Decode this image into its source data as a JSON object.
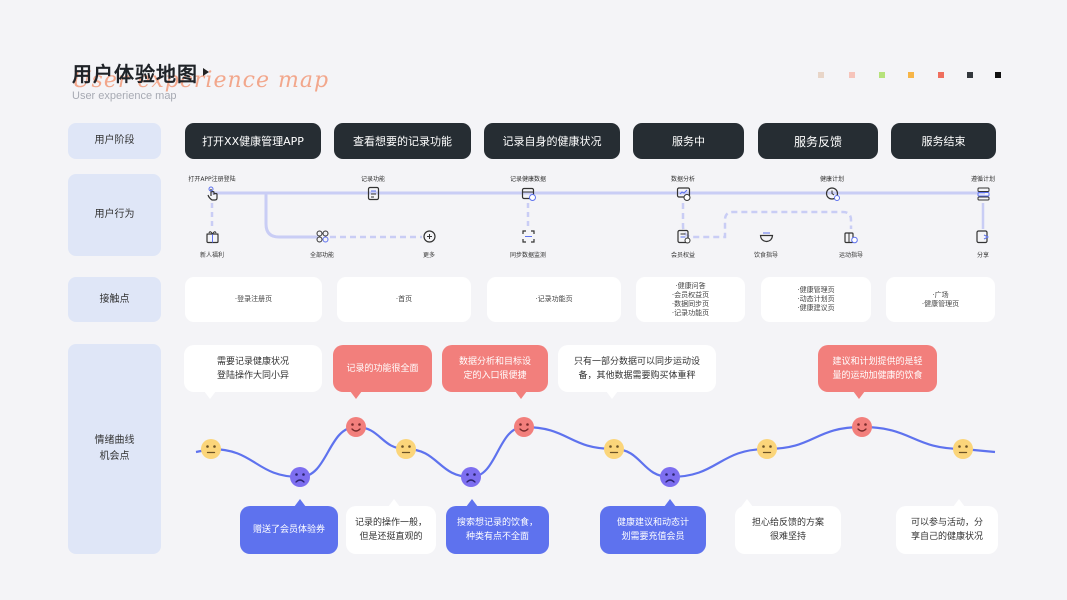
{
  "header": {
    "title": "用户体验地图",
    "title_deco": "User experience map",
    "subtitle": "User experience map"
  },
  "palette": [
    "#e8d5c8",
    "#f6c4bb",
    "#b6e27b",
    "#f7b548",
    "#ef6e5e",
    "#33383d",
    "#111111"
  ],
  "rows": {
    "stage": "用户阶段",
    "behavior": "用户行为",
    "touchpoint": "接触点",
    "emotion": "情绪曲线\n机会点"
  },
  "stages": [
    "打开XX健康管理APP",
    "查看想要的记录功能",
    "记录自身的健康状况",
    "服务中",
    "服务反馈",
    "服务结束"
  ],
  "actions_top": [
    "打开APP注册登陆",
    "记录功能",
    "记录健康数据",
    "数据分析",
    "健康计划",
    "遵循计划"
  ],
  "actions_bottom": [
    "新人福利",
    "全部功能",
    "更多",
    "同步数据监测",
    "会员权益",
    "饮食指导",
    "运动指导",
    "分享"
  ],
  "touchpoints": [
    [
      "·登录注册页"
    ],
    [
      "·首页"
    ],
    [
      "·记录功能页"
    ],
    [
      "·健康问答",
      "·会员权益页",
      "·数据同步页",
      "·记录功能页"
    ],
    [
      "·健康管理页",
      "·动态计划页",
      "·健康建议页"
    ],
    [
      "·广场",
      "·健康管理页"
    ]
  ],
  "bubbles_top": [
    "需要记录健康状况\n登陆操作大同小异",
    "记录的功能很全面",
    "数据分析和目标设\n定的入口很便捷",
    "只有一部分数据可以同步运动设\n备，其他数据需要购买体重秤",
    "建议和计划提供的是轻\n量的运动加健康的饮食"
  ],
  "bubbles_bottom": [
    "赠送了会员体验券",
    "记录的操作一般，\n但是还挺直观的",
    "搜索想记录的饮食，\n种类有点不全面",
    "健康建议和动态计\n划需要充值会员",
    "担心给反馈的方案\n很难坚持",
    "可以参与活动，分\n享自己的健康状况"
  ],
  "emotion_curve": {
    "points": [
      {
        "mood": "neutral",
        "level": 0
      },
      {
        "mood": "sad",
        "level": -1
      },
      {
        "mood": "happy",
        "level": 1
      },
      {
        "mood": "neutral",
        "level": 0
      },
      {
        "mood": "sad",
        "level": -1
      },
      {
        "mood": "happy",
        "level": 1
      },
      {
        "mood": "neutral",
        "level": 0
      },
      {
        "mood": "sad",
        "level": -1
      },
      {
        "mood": "neutral",
        "level": 0
      },
      {
        "mood": "happy",
        "level": 1
      },
      {
        "mood": "neutral",
        "level": 0
      }
    ]
  },
  "colors": {
    "stage_bg": "#262d33",
    "line": "#5e72ee",
    "happy": "#f27f7c",
    "neutral": "#fbd57a",
    "sad": "#7d6ef0",
    "flow": "#c9cdf5"
  }
}
